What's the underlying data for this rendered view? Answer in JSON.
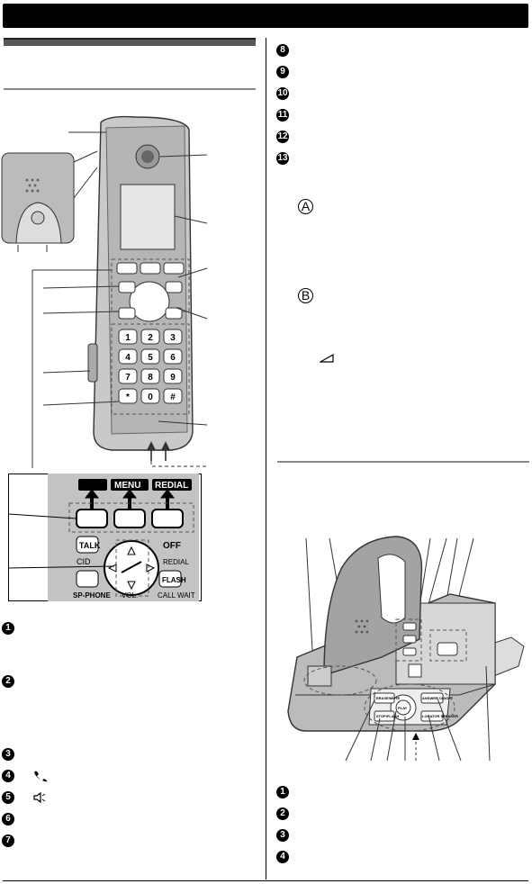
{
  "handset_keys": {
    "book": "",
    "menu": "MENU",
    "redial": "REDIAL",
    "talk": "TALK",
    "off": "OFF",
    "cid": "CID",
    "redial_small": "REDIAL",
    "flash": "FLASH",
    "sp_phone": "SP-PHONE",
    "vol": "VOL.",
    "call_wait": "CALL WAIT",
    "digits": [
      "1",
      "2",
      "3",
      "4",
      "5",
      "6",
      "7",
      "8",
      "9",
      "*",
      "0",
      "#"
    ]
  },
  "base_keys": {
    "erase_mute": "ERASE/MUTE",
    "answer_on": "ANSWER ON/OFF",
    "stop_flash": "STOP/FLASH",
    "locator_speaker": "LOCATOR SPEAKER",
    "play": "PLAY"
  },
  "left_callouts": [
    "1",
    "2",
    "3",
    "4",
    "5",
    "6",
    "7"
  ],
  "right_callouts": [
    "8",
    "9",
    "10",
    "11",
    "12",
    "13"
  ],
  "base_callouts": [
    "1",
    "2",
    "3",
    "4"
  ],
  "letters": [
    "A",
    "B"
  ]
}
